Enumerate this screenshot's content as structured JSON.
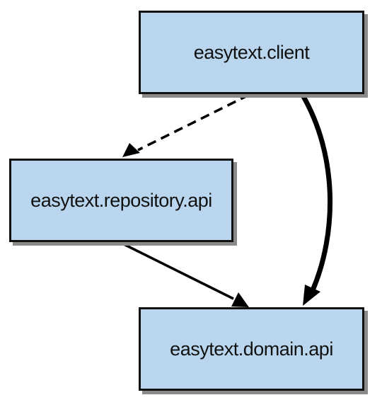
{
  "diagram": {
    "nodes": {
      "client": {
        "label": "easytext.client"
      },
      "repository": {
        "label": "easytext.repository.api"
      },
      "domain": {
        "label": "easytext.domain.api"
      }
    },
    "edges": [
      {
        "from": "easytext.client",
        "to": "easytext.repository.api",
        "style": "dashed"
      },
      {
        "from": "easytext.client",
        "to": "easytext.domain.api",
        "style": "bold-solid"
      },
      {
        "from": "easytext.repository.api",
        "to": "easytext.domain.api",
        "style": "solid"
      }
    ],
    "colors": {
      "node_fill": "#b9d6ee",
      "node_border": "#111111",
      "node_shadow": "#8a8a8a",
      "edge": "#000000"
    }
  }
}
